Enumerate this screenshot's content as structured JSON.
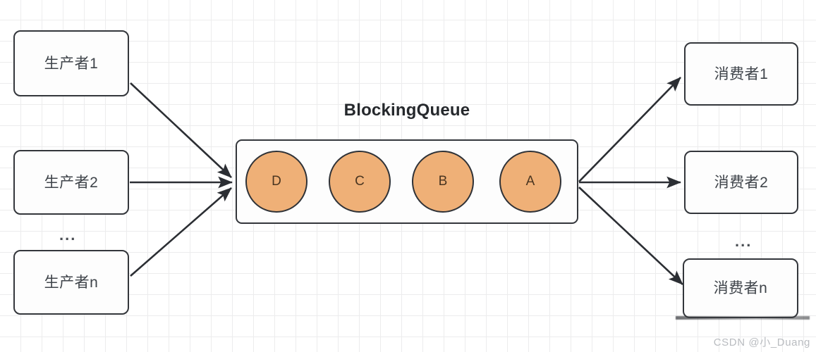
{
  "diagram": {
    "title": "BlockingQueue",
    "producers": [
      {
        "label": "生产者1"
      },
      {
        "label": "生产者2"
      },
      {
        "label": "生产者n"
      }
    ],
    "producer_ellipsis": "...",
    "consumers": [
      {
        "label": "消费者1"
      },
      {
        "label": "消费者2"
      },
      {
        "label": "消费者n"
      }
    ],
    "consumer_ellipsis": "...",
    "queue_items": [
      {
        "label": "D"
      },
      {
        "label": "C"
      },
      {
        "label": "B"
      },
      {
        "label": "A"
      }
    ],
    "colors": {
      "queue_item_fill": "#efb077",
      "stroke": "#33363b",
      "box_fill": "#fdfdfd",
      "grid": "#ececed",
      "text": "#3f444a",
      "watermark": "#b9bcc0"
    }
  },
  "watermark": {
    "text": "CSDN @小_Duang"
  }
}
